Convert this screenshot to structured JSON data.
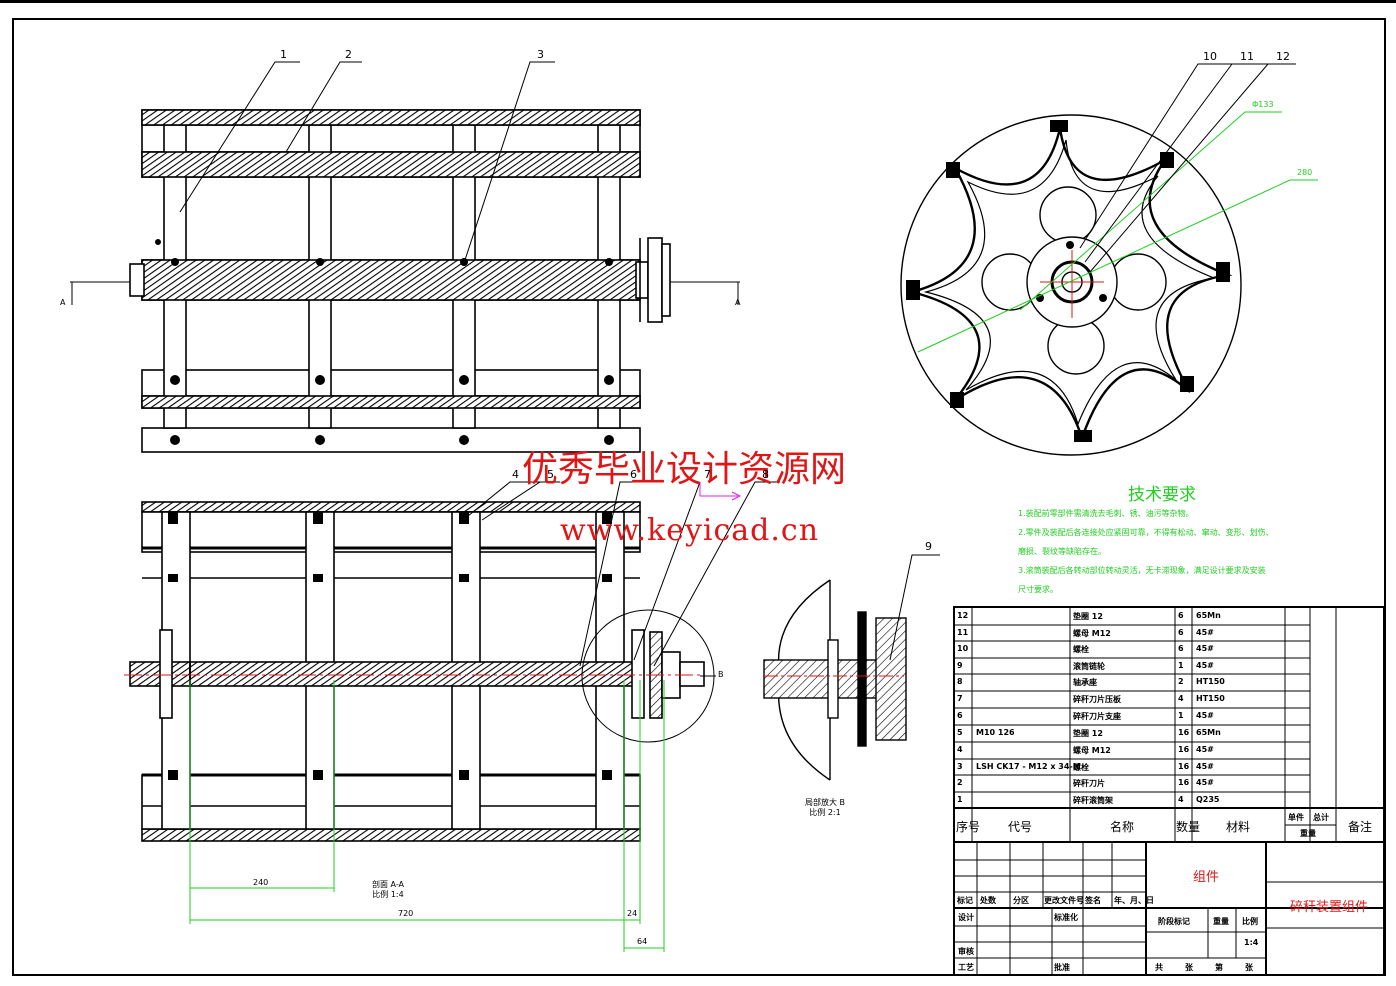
{
  "watermark": {
    "title": "优秀毕业设计资源网",
    "url": "www.keyicad.cn"
  },
  "tech_requirements": {
    "title": "技术要求",
    "lines": [
      "1.装配前零部件需清洗去毛刺、锈、油污等杂物。",
      "2.零件及装配后各连接处应紧固可靠，不得有松动、窜动、变形、划伤、",
      "   磨损、裂纹等缺陷存在。",
      "3.滚筒装配后各转动部位转动灵活，无卡滞现象，满足设计要求及安装",
      "   尺寸要求。"
    ]
  },
  "balloons": [
    "1",
    "2",
    "3",
    "4",
    "5",
    "6",
    "7",
    "8",
    "9",
    "10",
    "11",
    "12"
  ],
  "dims": {
    "d_inner": "Φ133",
    "d_outer": "280",
    "pitch": "240",
    "overall": "720",
    "d24": "24",
    "d64": "64"
  },
  "section_marks": {
    "a_left": "A",
    "a_right": "A",
    "b": "B"
  },
  "section_labels": {
    "aa": [
      "剖面 A-A",
      "比例 1:4"
    ],
    "b": [
      "局部放大 B",
      "比例 2:1"
    ]
  },
  "bom_rows": [
    {
      "no": "12",
      "code": "",
      "name": "垫圈 12",
      "qty": "6",
      "mat": "65Mn"
    },
    {
      "no": "11",
      "code": "",
      "name": "螺母 M12",
      "qty": "6",
      "mat": "45#"
    },
    {
      "no": "10",
      "code": "",
      "name": "螺栓",
      "qty": "6",
      "mat": "45#"
    },
    {
      "no": "9",
      "code": "",
      "name": "滚筒链轮",
      "qty": "1",
      "mat": "45#"
    },
    {
      "no": "8",
      "code": "",
      "name": "轴承座",
      "qty": "2",
      "mat": "HT150"
    },
    {
      "no": "7",
      "code": "",
      "name": "碎秆刀片压板",
      "qty": "4",
      "mat": "HT150"
    },
    {
      "no": "6",
      "code": "",
      "name": "碎秆刀片支座",
      "qty": "1",
      "mat": "45#"
    },
    {
      "no": "5",
      "code": "M10 126",
      "name": "垫圈 12",
      "qty": "16",
      "mat": "65Mn"
    },
    {
      "no": "4",
      "code": "",
      "name": "螺母 M12",
      "qty": "16",
      "mat": "45#"
    },
    {
      "no": "3",
      "code": "LSH CK17 - M12 x 34-M",
      "name": "螺栓",
      "qty": "16",
      "mat": "45#"
    },
    {
      "no": "2",
      "code": "",
      "name": "碎秆刀片",
      "qty": "16",
      "mat": "45#"
    },
    {
      "no": "1",
      "code": "",
      "name": "碎秆滚筒架",
      "qty": "4",
      "mat": "Q235"
    }
  ],
  "bom_headers": {
    "seq": "序号",
    "code": "代号",
    "name": "名称",
    "qty": "数量",
    "mat": "材料",
    "single": "单件",
    "total": "总计",
    "weight": "重量",
    "note": "备注"
  },
  "title_block": {
    "assembly": "组件",
    "drawing_name": "碎秆装置组件",
    "rev_cols": [
      "标记",
      "处数",
      "分区",
      "更改文件号",
      "签名",
      "年、月、日"
    ],
    "design": "设计",
    "standard": "标准化",
    "check": "审核",
    "process": "工艺",
    "approve": "批准",
    "stage": "阶段标记",
    "weight": "重量",
    "scale": "比例",
    "scale_value": "1:4",
    "sheets": [
      "共",
      "张",
      "第",
      "张"
    ]
  }
}
